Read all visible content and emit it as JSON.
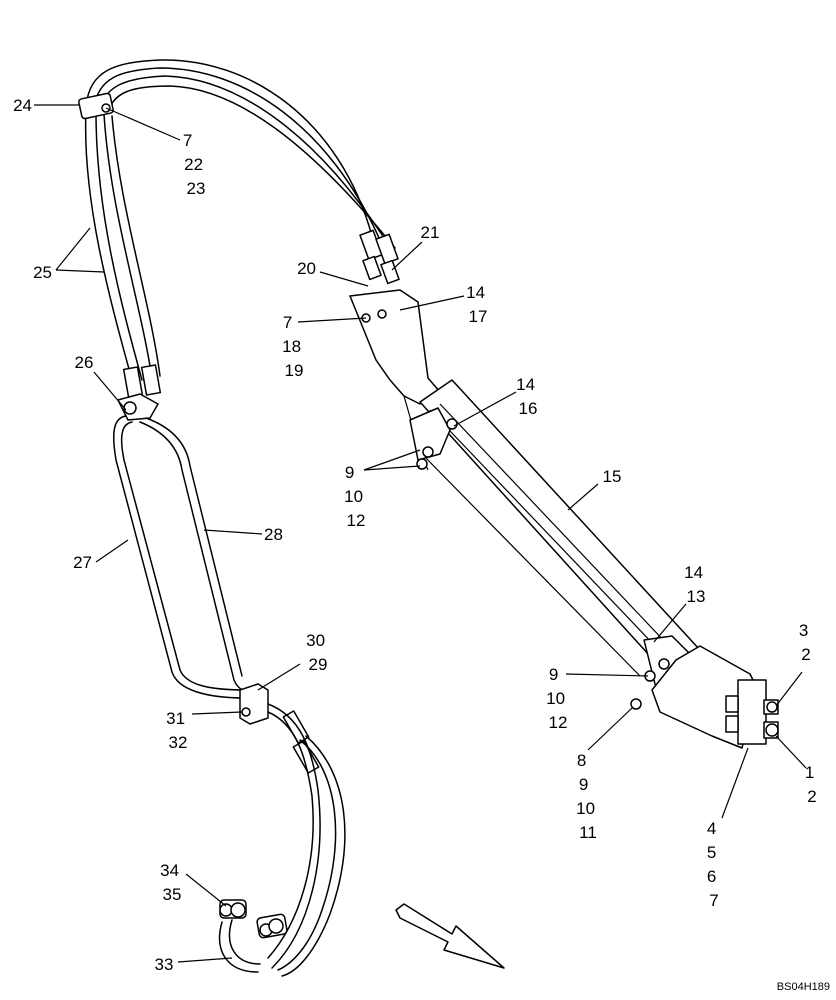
{
  "diagram": {
    "drawing_code": "BS04H189",
    "callouts": [
      {
        "id": "c24",
        "labels": [
          "24"
        ]
      },
      {
        "id": "c7-22-23",
        "labels": [
          "7",
          "22",
          "23"
        ]
      },
      {
        "id": "c25",
        "labels": [
          "25"
        ]
      },
      {
        "id": "c26",
        "labels": [
          "26"
        ]
      },
      {
        "id": "c27",
        "labels": [
          "27"
        ]
      },
      {
        "id": "c28",
        "labels": [
          "28"
        ]
      },
      {
        "id": "c20",
        "labels": [
          "20"
        ]
      },
      {
        "id": "c21",
        "labels": [
          "21"
        ]
      },
      {
        "id": "c14-17",
        "labels": [
          "14",
          "17"
        ]
      },
      {
        "id": "c7-18-19",
        "labels": [
          "7",
          "18",
          "19"
        ]
      },
      {
        "id": "c14-16",
        "labels": [
          "14",
          "16"
        ]
      },
      {
        "id": "c9-10-12-a",
        "labels": [
          "9",
          "10",
          "12"
        ]
      },
      {
        "id": "c15",
        "labels": [
          "15"
        ]
      },
      {
        "id": "c14-13",
        "labels": [
          "14",
          "13"
        ]
      },
      {
        "id": "c9-10-12-b",
        "labels": [
          "9",
          "10",
          "12"
        ]
      },
      {
        "id": "c8-9-10-11",
        "labels": [
          "8",
          "9",
          "10",
          "11"
        ]
      },
      {
        "id": "c3-2",
        "labels": [
          "3",
          "2"
        ]
      },
      {
        "id": "c1-2",
        "labels": [
          "1",
          "2"
        ]
      },
      {
        "id": "c4-5-6-7",
        "labels": [
          "4",
          "5",
          "6",
          "7"
        ]
      },
      {
        "id": "c30-29",
        "labels": [
          "30",
          "29"
        ]
      },
      {
        "id": "c31-32",
        "labels": [
          "31",
          "32"
        ]
      },
      {
        "id": "c34-35",
        "labels": [
          "34",
          "35"
        ]
      },
      {
        "id": "c33",
        "labels": [
          "33"
        ]
      }
    ]
  }
}
